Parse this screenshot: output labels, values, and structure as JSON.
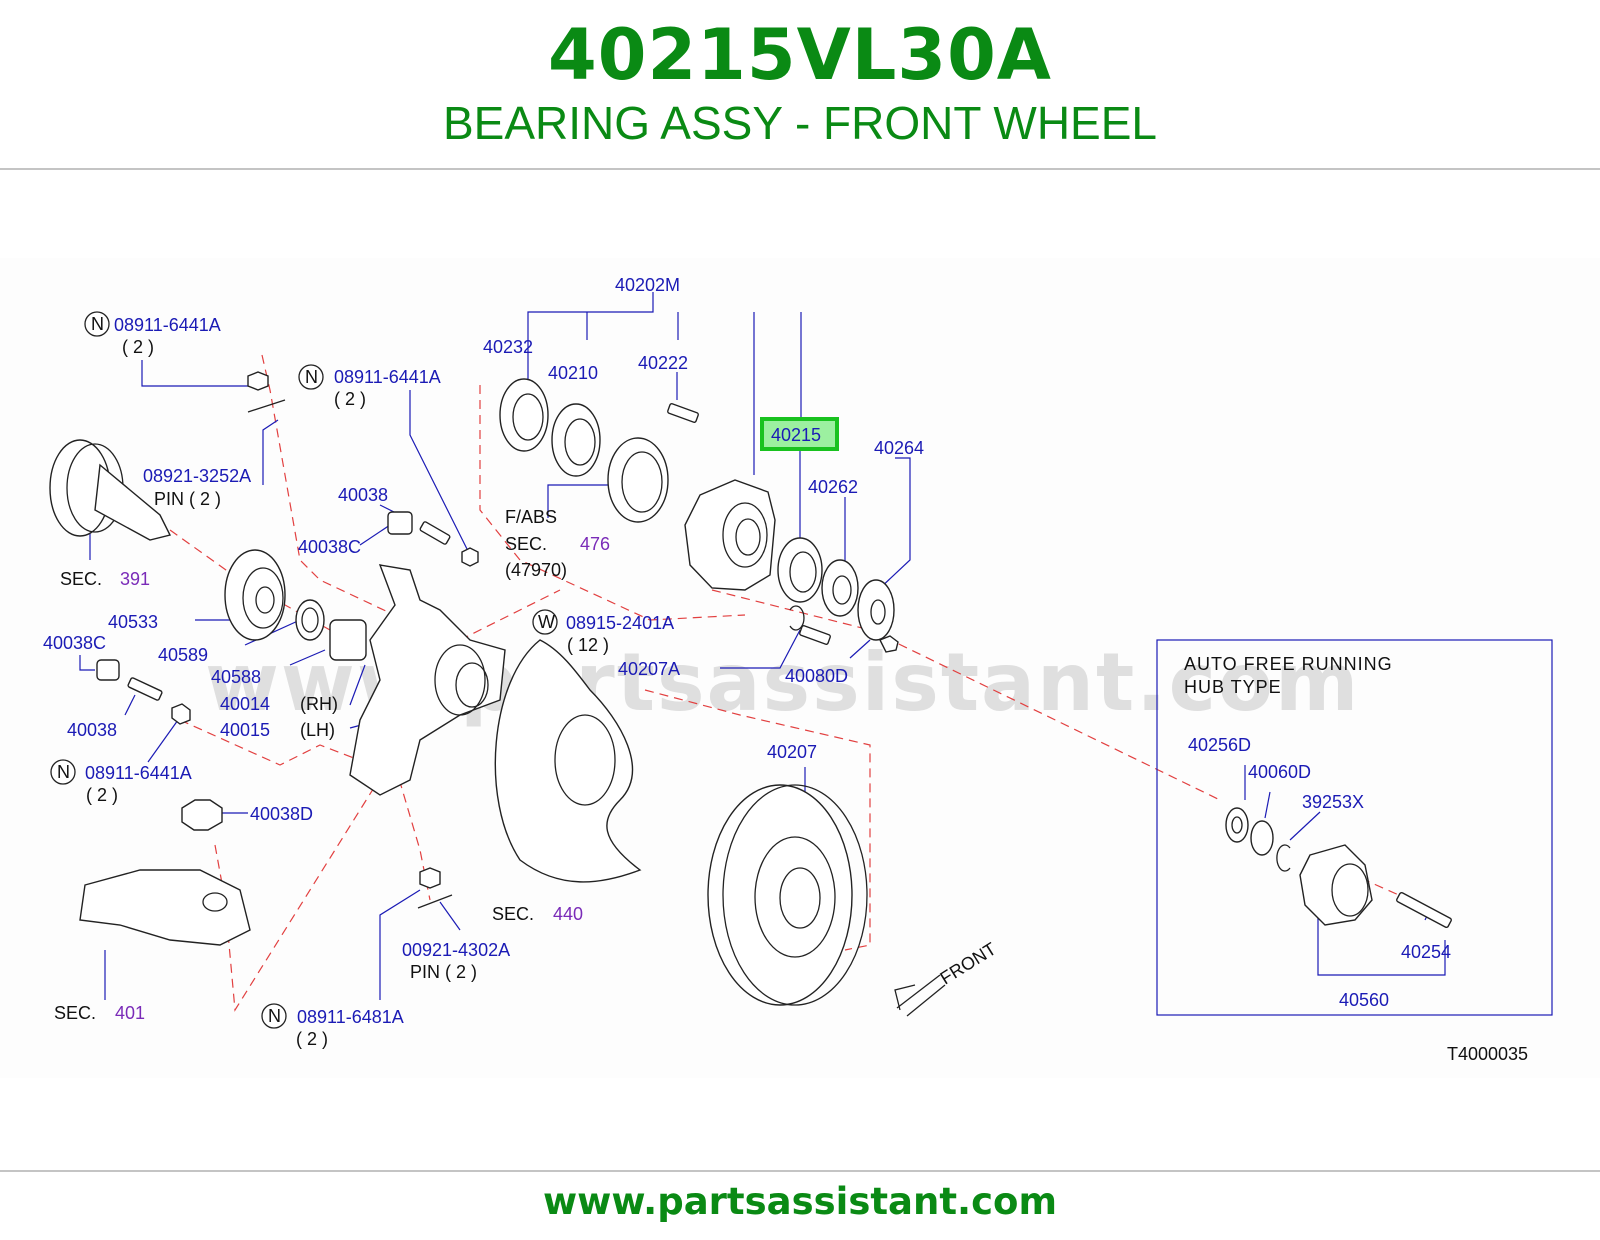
{
  "header": {
    "part_number": "40215VL30A",
    "part_name": "BEARING ASSY - FRONT WHEEL"
  },
  "footer": {
    "site": "www.partsassistant.com"
  },
  "diagram": {
    "watermark": "www.partsassistant.com",
    "diagram_id": "T4000035",
    "front_label": "FRONT",
    "highlight_color": "#19c21f",
    "parts": {
      "p40202M": "40202M",
      "p40232": "40232",
      "p40210": "40210",
      "p40222": "40222",
      "p40215": "40215",
      "p40264": "40264",
      "p40262": "40262",
      "p40038_top": "40038",
      "p40038C_top": "40038C",
      "p40533": "40533",
      "p40038C_left": "40038C",
      "p40589": "40589",
      "p40588": "40588",
      "p40014": "40014",
      "p40015": "40015",
      "p40038_left": "40038",
      "p40038D": "40038D",
      "p40207A": "40207A",
      "p40080D": "40080D",
      "p40207": "40207",
      "p40256D": "40256D",
      "p40060D": "40060D",
      "p39253X": "39253X",
      "p40254": "40254",
      "p40560": "40560",
      "n1": "08911-6441A",
      "n2": "08911-6441A",
      "n3": "08911-6441A",
      "n4": "08911-6481A",
      "w1": "08915-2401A",
      "pin1": "08921-3252A",
      "pin2": "00921-4302A"
    },
    "markers": {
      "n": "N",
      "w": "W"
    },
    "qty": {
      "q2_a": "( 2 )",
      "q2_b": "( 2 )",
      "q2_c": "( 2 )",
      "q2_d": "( 2 )",
      "q12": "( 12 )",
      "pin_q_a": "PIN  ( 2 )",
      "pin_q_b": "PIN  ( 2 )"
    },
    "side": {
      "rh": "(RH)",
      "lh": "(LH)"
    },
    "sections": {
      "sec_label": "SEC.",
      "s391": "391",
      "s476": "476",
      "s440": "440",
      "s401": "401",
      "fabs": "F/ABS",
      "s47970": "(47970)"
    },
    "inset": {
      "title_line1": "AUTO  FREE  RUNNING",
      "title_line2": "HUB  TYPE"
    }
  }
}
